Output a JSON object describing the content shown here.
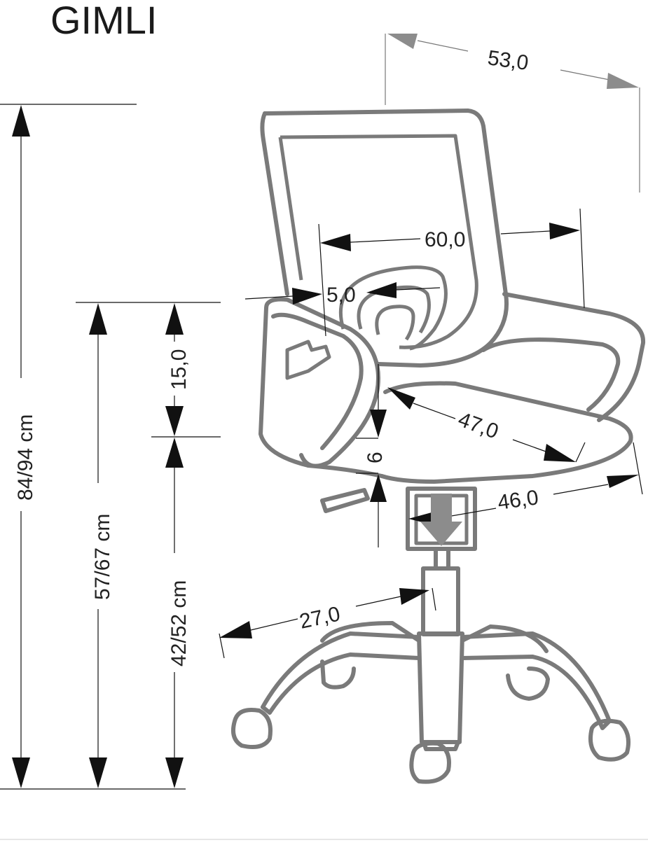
{
  "title": "GIMLI",
  "dimensions": {
    "total_height": "84/94 cm",
    "armrest_height": "57/67 cm",
    "seat_height": "42/52 cm",
    "armrest_above_seat": "15,0",
    "seat_thickness": "6",
    "depth": "53,0",
    "width": "60,0",
    "armrest_width": "5,0",
    "seat_depth": "47,0",
    "seat_width": "46,0",
    "base_radius": "27,0"
  },
  "colors": {
    "chair_outline": "#7a7a7a",
    "dimension_line": "#111111",
    "arrow_gray": "#8c8c8c"
  }
}
